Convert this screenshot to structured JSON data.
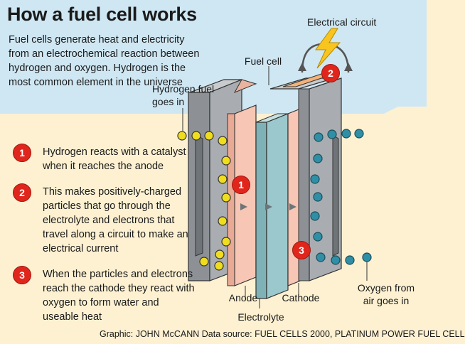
{
  "title": "How a fuel cell works",
  "intro": "Fuel cells generate heat and electricity from an electrochemical reaction between hydrogen and oxygen. Hydrogen is the most common element in the universe",
  "steps": [
    {
      "number": "1",
      "text": "Hydrogen reacts with a catalyst when it reaches the anode"
    },
    {
      "number": "2",
      "text": "This makes positively-charged particles that go through the electrolyte and electrons that travel along a circuit to make an electrical current"
    },
    {
      "number": "3",
      "text": "When the particles and electrons reach the cathode they react with oxygen to form water and useable heat"
    }
  ],
  "labels": {
    "electrical_circuit": "Electrical circuit",
    "fuel_cell": "Fuel cell",
    "hydrogen_fuel": "Hydrogen fuel goes in",
    "anode": "Anode",
    "electrolyte": "Electrolyte",
    "cathode": "Cathode",
    "oxygen": "Oxygen from air goes in"
  },
  "credit": "Graphic: JOHN McCANN  Data source: FUEL CELLS 2000, PLATINUM POWER FUEL CELL",
  "colors": {
    "sky": "#cfe7f3",
    "ground": "#fdf1d2",
    "badge": "#e0261c",
    "plate": "#a9adb1",
    "anode": "#f7c6b4",
    "electrolyte": "#9bc8cc",
    "hydrogen": "#f0dd1e",
    "oxygen": "#2f8fa6",
    "lightning": "#f7c51e"
  }
}
